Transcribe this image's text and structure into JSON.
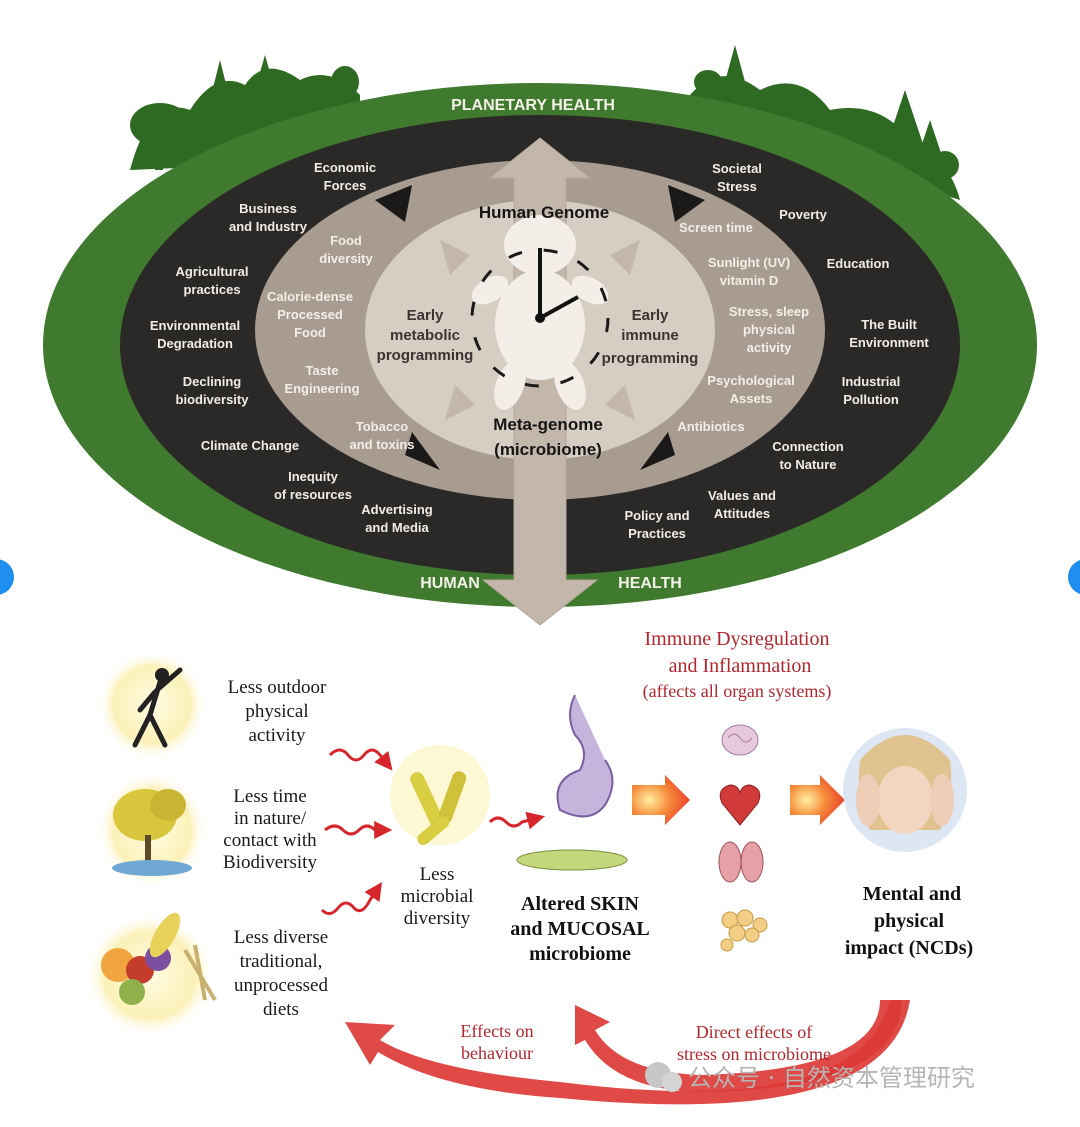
{
  "planetary": {
    "title": "PLANETARY HEALTH",
    "human": "HUMAN",
    "health": "HEALTH"
  },
  "center": {
    "genome": "Human Genome",
    "metagenome": [
      "Meta-genome",
      "(microbiome)"
    ],
    "early_metabolic": [
      "Early",
      "metabolic",
      "programming"
    ],
    "early_immune": [
      "Early",
      "immune",
      "programming"
    ]
  },
  "outer_left": [
    [
      "Economic",
      "Forces"
    ],
    [
      "Business",
      "and Industry"
    ],
    [
      "Agricultural",
      "practices"
    ],
    [
      "Environmental",
      "Degradation"
    ],
    [
      "Declining",
      "biodiversity"
    ],
    [
      "Climate Change"
    ],
    [
      "Inequity",
      "of resources"
    ],
    [
      "Advertising",
      "and Media"
    ]
  ],
  "outer_right": [
    [
      "Societal",
      "Stress"
    ],
    [
      "Poverty"
    ],
    [
      "Education"
    ],
    [
      "The Built",
      "Environment"
    ],
    [
      "Industrial",
      "Pollution"
    ],
    [
      "Connection",
      "to Nature"
    ],
    [
      "Values and",
      "Attitudes"
    ],
    [
      "Policy and",
      "Practices"
    ]
  ],
  "inner_left": [
    [
      "Food",
      "diversity"
    ],
    [
      "Calorie-dense",
      "Processed",
      "Food"
    ],
    [
      "Taste",
      "Engineering"
    ],
    [
      "Tobacco",
      "and toxins"
    ]
  ],
  "inner_right": [
    [
      "Screen time"
    ],
    [
      "Sunlight (UV)",
      "vitamin D"
    ],
    [
      "Stress, sleep",
      "physical",
      "activity"
    ],
    [
      "Psychological",
      "Assets"
    ],
    [
      "Antibiotics"
    ]
  ],
  "lower": {
    "outdoor": [
      "Less outdoor",
      "physical",
      "activity"
    ],
    "nature": [
      "Less time",
      "in nature/",
      "contact with",
      "Biodiversity"
    ],
    "diets": [
      "Less diverse",
      "traditional,",
      "unprocessed",
      "diets"
    ],
    "microbial": [
      "Less",
      "microbial",
      "diversity"
    ],
    "altered": [
      "Altered  SKIN",
      "and MUCOSAL",
      "microbiome"
    ],
    "immune": [
      "Immune Dysregulation",
      "and Inflammation"
    ],
    "immune_note": "(affects all organ systems)",
    "impact": [
      "Mental and",
      "physical",
      "impact (NCDs)"
    ],
    "behaviour": [
      "Effects on",
      "behaviour"
    ],
    "stress": [
      "Direct effects of",
      "stress on microbiome"
    ]
  },
  "watermark": "公众号 · 自然资本管理研究",
  "colors": {
    "green_ring": "#3f7a2e",
    "dark_band": "#2b2928",
    "inner_tan": "#a89c91",
    "core_light": "#d6cdc3",
    "arrow": "#c3b7ab",
    "red_text": "#b2262d",
    "accent_blue": "#1f8ef1"
  }
}
